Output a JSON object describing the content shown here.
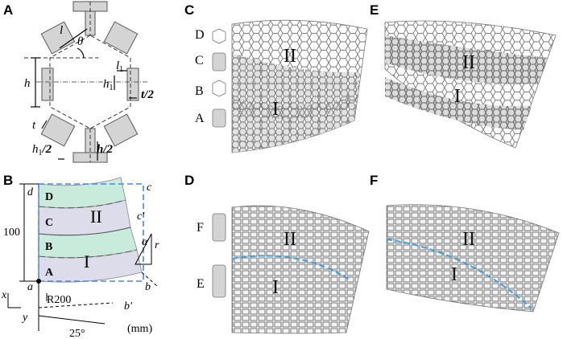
{
  "panels": {
    "A": "A",
    "B": "B",
    "C": "C",
    "D": "D",
    "E": "E",
    "F": "F"
  },
  "cell_params": {
    "l": "l",
    "theta": "θ",
    "l1": "l",
    "l1_sub": "1",
    "h": "h",
    "h1": "h",
    "h1_sub": "1",
    "t": "t",
    "t_half": "t/2",
    "h1_half_base": "h",
    "h1_half_sub": "1",
    "h1_half_tail": "/2",
    "h_half": "h/2"
  },
  "specimen": {
    "d": "d",
    "c": "c",
    "c_prime": "c'",
    "a": "a",
    "b": "b",
    "b_prime": "b'",
    "height": "100",
    "radius": "R200",
    "angle": "25°",
    "unit": "(mm)",
    "layers": [
      "D",
      "C",
      "B",
      "A"
    ],
    "region_II": "II",
    "region_I": "I",
    "r": "r",
    "alpha": "α",
    "x": "x",
    "y": "y"
  },
  "cell_types_C": [
    "D",
    "C",
    "B",
    "A"
  ],
  "cell_types_D": [
    "F",
    "E"
  ],
  "regions": {
    "II": "II",
    "I": "I"
  },
  "colors": {
    "green": "#c9ebdc",
    "lavender": "#dcdcea",
    "cell_gray": "#d4d4d4",
    "outline": "#555555",
    "dash_blue": "#4a86e8",
    "interface_blue": "#3aa0e0"
  }
}
